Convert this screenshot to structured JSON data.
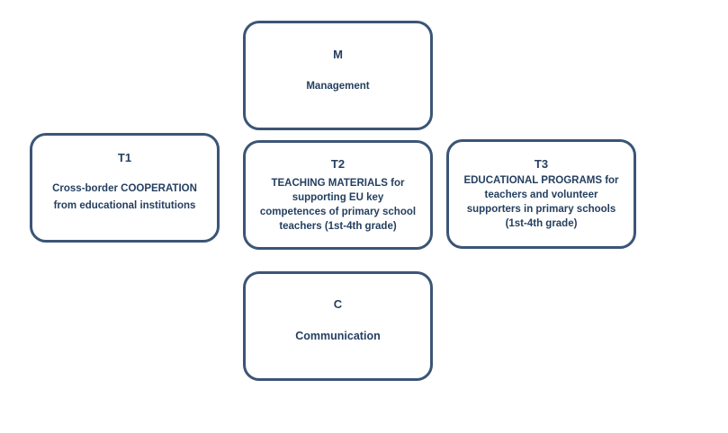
{
  "boxes": {
    "m": {
      "code": "M",
      "lines": [
        "Management"
      ]
    },
    "t1": {
      "code": "T1",
      "lines": [
        "Cross-border COOPERATION",
        "from educational institutions"
      ]
    },
    "t2": {
      "code": "T2",
      "lines": [
        "TEACHING MATERIALS for",
        "supporting EU key",
        "competences of primary school",
        "teachers (1st-4th grade)"
      ]
    },
    "t3": {
      "code": "T3",
      "lines": [
        "EDUCATIONAL PROGRAMS for",
        "teachers and volunteer",
        "supporters in primary schools",
        "(1st-4th grade)"
      ]
    },
    "c": {
      "code": "C",
      "lines": [
        "Communication"
      ]
    }
  },
  "colors": {
    "border": "#3b5576",
    "text": "#243f60",
    "background": "#ffffff"
  }
}
